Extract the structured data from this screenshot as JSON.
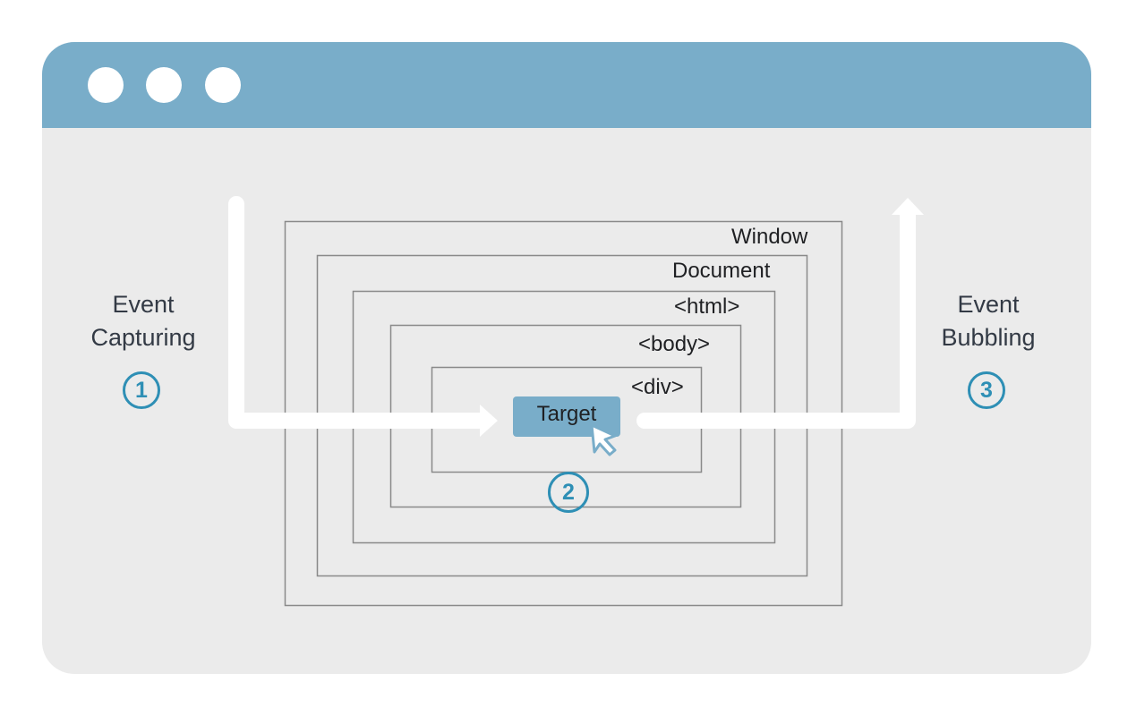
{
  "window_controls": [
    "dot",
    "dot",
    "dot"
  ],
  "left_label": {
    "line1": "Event",
    "line2": "Capturing",
    "step": "1"
  },
  "right_label": {
    "line1": "Event",
    "line2": "Bubbling",
    "step": "3"
  },
  "target": {
    "label": "Target",
    "step": "2",
    "cursor_icon": "pointer-cursor-icon"
  },
  "layers": {
    "window": "Window",
    "document": "Document",
    "html": "<html>",
    "body": "<body>",
    "div": "<div>"
  },
  "colors": {
    "titlebar": "#79adc9",
    "background": "#ebebeb",
    "accent": "#2e8fb5",
    "arrow": "#ffffff"
  }
}
